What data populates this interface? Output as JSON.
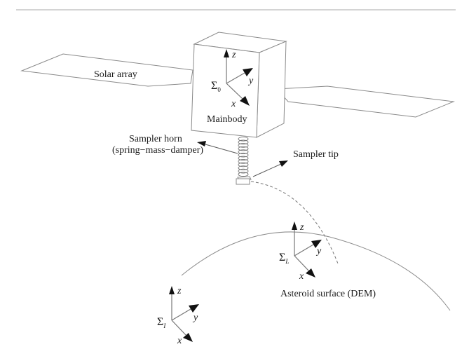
{
  "figure": {
    "labels": {
      "solar_array": "Solar array",
      "mainbody": "Mainbody",
      "sampler_horn_line1": "Sampler horn",
      "sampler_horn_line2": "(spring−mass−damper)",
      "sampler_tip": "Sampler tip",
      "asteroid_surface": "Asteroid surface (DEM)"
    },
    "frames": {
      "body": {
        "symbol": "Σ",
        "subscript": "0",
        "x": "x",
        "y": "y",
        "z": "z"
      },
      "landing": {
        "symbol": "Σ",
        "subscript": "L",
        "x": "x",
        "y": "y",
        "z": "z"
      },
      "inertial": {
        "symbol": "Σ",
        "subscript": "I",
        "x": "x",
        "y": "y",
        "z": "z"
      }
    },
    "colors": {
      "line": "#8c8c8c",
      "text": "#1a1a1a",
      "divider": "#d4d4d4"
    }
  }
}
